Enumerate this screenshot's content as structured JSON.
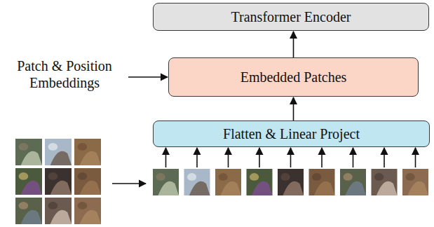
{
  "diagram": {
    "nodes": [
      {
        "text": [
          "Transformer Encoder"
        ]
      },
      {
        "text": [
          "Embedded Patches"
        ]
      },
      {
        "text": [
          "Flatten & Linear Project"
        ]
      }
    ],
    "edges": [
      {
        "from": 2,
        "to": 1,
        "arrow": "to"
      },
      {
        "from": 1,
        "to": 0,
        "arrow": "to"
      }
    ],
    "labels": [
      "Patch & Position Embeddings"
    ]
  }
}
